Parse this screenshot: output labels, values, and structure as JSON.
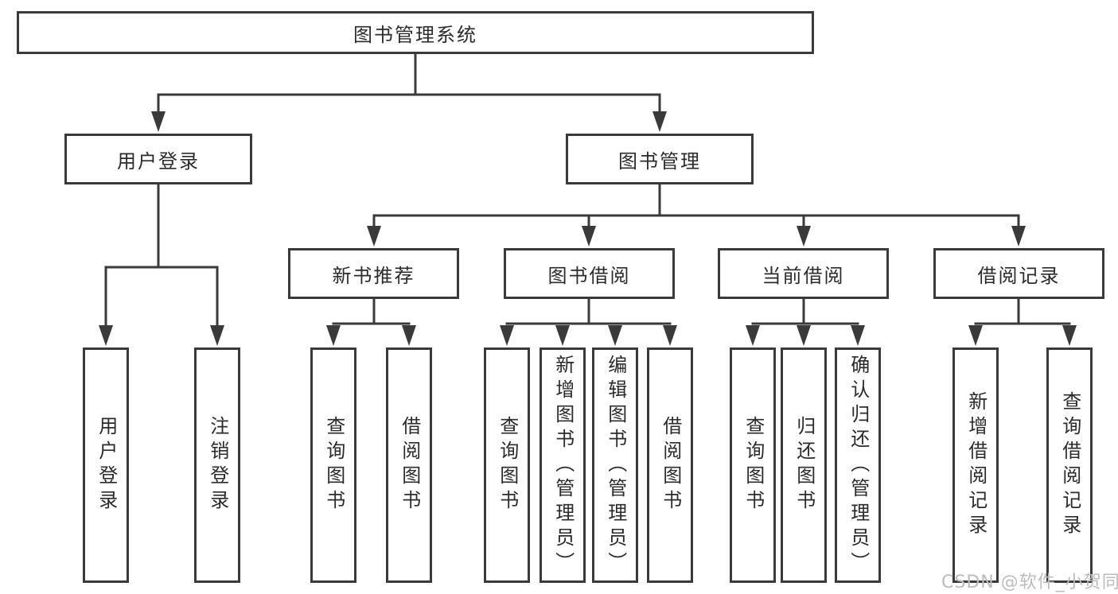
{
  "tree": {
    "label": "图书管理系统",
    "children": [
      {
        "label": "用户登录",
        "children": [
          {
            "label": "用户登录"
          },
          {
            "label": "注销登录"
          }
        ]
      },
      {
        "label": "图书管理",
        "children": [
          {
            "label": "新书推荐",
            "children": [
              {
                "label": "查询图书"
              },
              {
                "label": "借阅图书"
              }
            ]
          },
          {
            "label": "图书借阅",
            "children": [
              {
                "label": "查询图书"
              },
              {
                "label": "新增图书（管理员）"
              },
              {
                "label": "编辑图书（管理员）"
              },
              {
                "label": "借阅图书"
              }
            ]
          },
          {
            "label": "当前借阅",
            "children": [
              {
                "label": "查询图书"
              },
              {
                "label": "归还图书"
              },
              {
                "label": "确认归还（管理员）"
              }
            ]
          },
          {
            "label": "借阅记录",
            "children": [
              {
                "label": "新增借阅记录"
              },
              {
                "label": "查询借阅记录"
              }
            ]
          }
        ]
      }
    ]
  },
  "watermark": "CSDN @软件_小贺同学",
  "colors": {
    "line": "#3a3a3a",
    "box_border": "#3a3a3a",
    "text": "#2b2b2b",
    "watermark": "#bcbcbc",
    "background": "#ffffff"
  }
}
